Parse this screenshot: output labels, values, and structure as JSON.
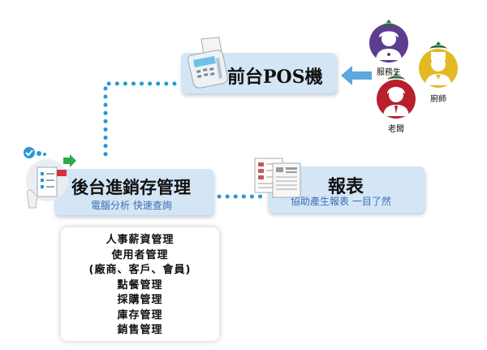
{
  "pos": {
    "title": "前台POS機"
  },
  "backend": {
    "title": "後台進銷存管理",
    "subtitle": "電腦分析  快速查詢"
  },
  "report": {
    "title": "報表",
    "subtitle": "協助產生報表  一目了然"
  },
  "management_items": [
    "人事薪資管理",
    "使用者管理",
    "(廠商、客戶、會員)",
    "點餐管理",
    "採購管理",
    "庫存管理",
    "銷售管理"
  ],
  "roles": {
    "waiter": "服務生",
    "chef": "廚師",
    "boss": "老闆"
  },
  "colors": {
    "box_fill": "#d4e5f5",
    "subtitle": "#3a6fb5",
    "dotted_line": "#2a97d4",
    "arrow": "#5aa8dd",
    "waiter": "#5c3d8f",
    "chef": "#e3b924",
    "boss": "#b8202b"
  },
  "icons": [
    "pos-terminal-icon",
    "checklist-icon",
    "report-documents-icon",
    "waiter-avatar-icon",
    "chef-avatar-icon",
    "boss-avatar-icon",
    "arrow-left-icon"
  ]
}
